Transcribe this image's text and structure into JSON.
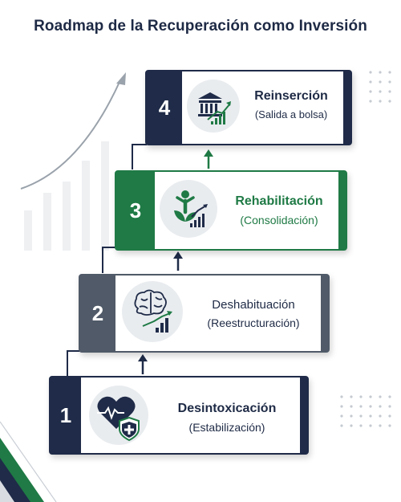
{
  "title": "Roadmap de la Recuperación como Inversión",
  "colors": {
    "navy": "#1f2b48",
    "green": "#1f7a45",
    "slate": "#505a68",
    "icon_bg": "#e9ecef"
  },
  "steps": [
    {
      "number": "1",
      "name": "Desintoxicación",
      "subtitle": "(Estabilización)",
      "icon": "heart-shield-icon"
    },
    {
      "number": "2",
      "name": "Deshabituación",
      "subtitle": "(Reestructuración)",
      "icon": "brain-chart-icon"
    },
    {
      "number": "3",
      "name": "Rehabilitación",
      "subtitle": "(Consolidación)",
      "icon": "person-plant-chart-icon"
    },
    {
      "number": "4",
      "name": "Reinserción",
      "subtitle": "(Salida a bolsa)",
      "icon": "bank-chart-icon"
    }
  ]
}
